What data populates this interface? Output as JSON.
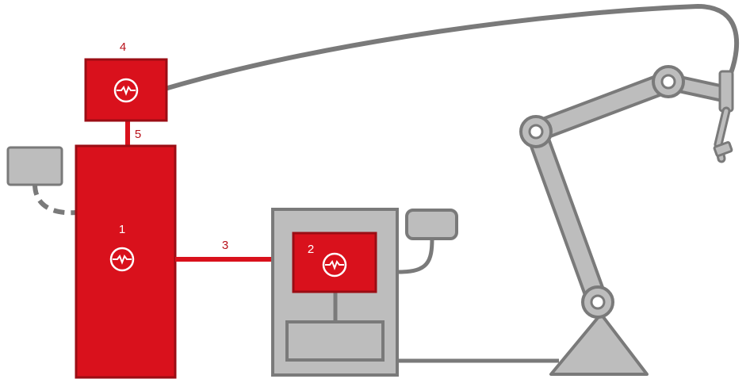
{
  "labels": {
    "power_source": "1",
    "robot_interface": "2",
    "connection_interface": "3",
    "wire_feeder": "4",
    "connection_feeder": "5"
  },
  "colors": {
    "red": "#d9111c",
    "red_border": "#9b0d14",
    "gray": "#bdbdbd",
    "gray_dark": "#7a7a7a",
    "label_text": "#b8121b",
    "label_text_on_red": "#ffffff"
  },
  "icons": {
    "emblem": "welding-arc-circle-icon"
  }
}
